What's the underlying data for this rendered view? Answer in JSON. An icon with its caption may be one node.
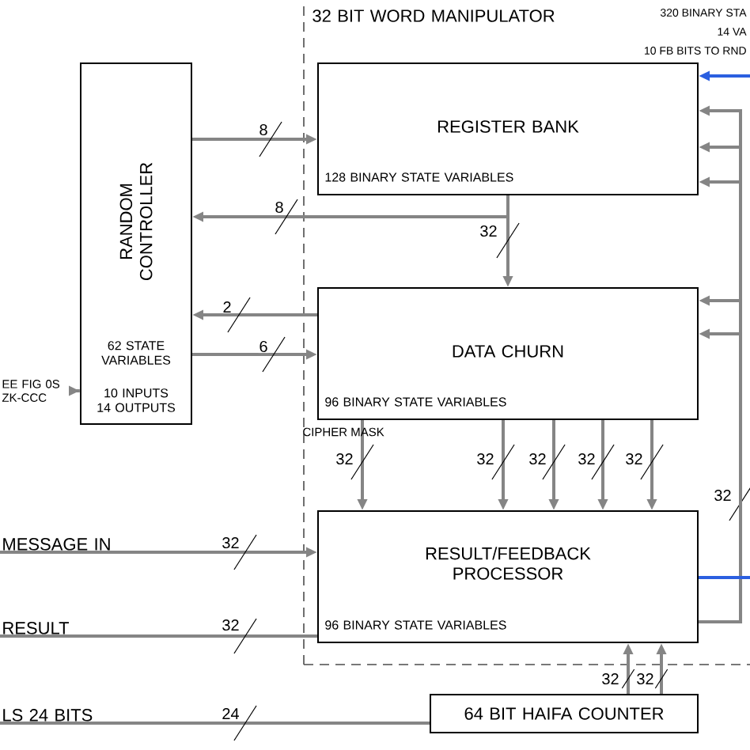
{
  "diagram": {
    "nodes": [
      {
        "text": [
          "32 BIT WORD MANIPULATOR"
        ]
      },
      {
        "text": [
          "RANDOM CONTROLLER",
          "62 STATE VARIABLES",
          "10 INPUTS 14 OUTPUTS"
        ]
      },
      {
        "text": [
          "REGISTER BANK",
          "128 BINARY STATE VARIABLES"
        ],
        "in": 0
      },
      {
        "text": [
          "DATA CHURN",
          "96 BINARY STATE VARIABLES"
        ],
        "in": 0
      },
      {
        "text": [
          "RESULT/FEEDBACK PROCESSOR",
          "96 BINARY STATE VARIABLES"
        ],
        "in": 0
      },
      {
        "text": [
          "64 BIT HAIFA COUNTER"
        ]
      },
      {
        "text": [
          "EE FIG 0S ZK-CCC"
        ]
      },
      {
        "text": [
          "MESSAGE IN"
        ]
      },
      {
        "text": [
          "RESULT"
        ]
      },
      {
        "text": [
          "LS 24 BITS"
        ]
      }
    ],
    "edges": [
      {
        "from": 1,
        "to": 2,
        "arrow": "to",
        "label": "8"
      },
      {
        "from": 2,
        "to": 1,
        "arrow": "to",
        "label": "8"
      },
      {
        "from": 2,
        "to": 3,
        "arrow": "to",
        "label": "32"
      },
      {
        "from": 3,
        "to": 1,
        "arrow": "to",
        "label": "2"
      },
      {
        "from": 1,
        "to": 3,
        "arrow": "to",
        "label": "6"
      },
      {
        "from": 3,
        "to": 4,
        "arrow": "to",
        "label": "32"
      },
      {
        "from": 3,
        "to": 4,
        "arrow": "to",
        "label": "32"
      },
      {
        "from": 3,
        "to": 4,
        "arrow": "to",
        "label": "32"
      },
      {
        "from": 3,
        "to": 4,
        "arrow": "to",
        "label": "32"
      },
      {
        "from": 3,
        "to": 4,
        "arrow": "to",
        "label": "32"
      },
      {
        "from": 7,
        "to": 4,
        "arrow": "to",
        "label": "32"
      },
      {
        "from": 4,
        "to": 8,
        "arrow": "none",
        "label": "32"
      },
      {
        "from": 9,
        "to": 5,
        "arrow": "none",
        "label": "24"
      },
      {
        "from": 5,
        "to": 4,
        "arrow": "to",
        "label": "32"
      },
      {
        "from": 5,
        "to": 4,
        "arrow": "to",
        "label": "32"
      },
      {
        "from": 4,
        "to": 2,
        "arrow": "to",
        "label": "32"
      },
      {
        "from": 4,
        "to": 2,
        "arrow": "to"
      },
      {
        "from": 4,
        "to": 2,
        "arrow": "to"
      },
      {
        "from": 4,
        "to": 3,
        "arrow": "to"
      },
      {
        "from": 4,
        "to": 3,
        "arrow": "to"
      },
      {
        "from": null,
        "to": 2,
        "arrow": "to",
        "color": "#2b5fe0"
      },
      {
        "from": 4,
        "to": null,
        "arrow": "none",
        "color": "#2b5fe0"
      },
      {
        "from": 6,
        "to": 1,
        "arrow": "to"
      }
    ],
    "labels": [
      "320 BINARY STA",
      "14 VA",
      "10 FB BITS TO RND",
      "CIPHER MASK"
    ]
  }
}
